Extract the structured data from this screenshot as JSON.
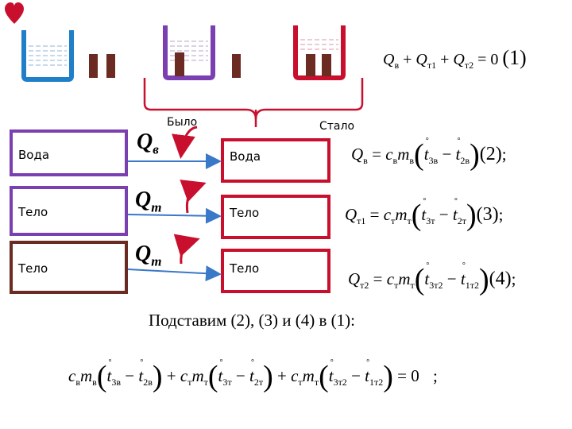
{
  "labels": {
    "bylo": "Было",
    "stalo": "Стало",
    "left_water": "Вода",
    "left_body1": "Тело",
    "left_body2": "Тело",
    "right_water": "Вода",
    "right_body1": "Тело",
    "right_body2": "Тело"
  },
  "heat_labels": {
    "q_water": "Q",
    "q_water_sub": "в",
    "q_body1": "Q",
    "q_body1_sub": "т",
    "q_body2": "Q",
    "q_body2_sub": "т"
  },
  "equations": {
    "eq1": {
      "q1": "Q",
      "q1_sub": "в",
      "plus1": "+",
      "q2": "Q",
      "q2_sub": "т1",
      "plus2": "+",
      "q3": "Q",
      "q3_sub": "т2",
      "equals": "=",
      "zero": "0",
      "number": "(1)"
    },
    "eq2": {
      "lhs": "Q",
      "lhs_sub": "в",
      "equals": "=",
      "c": "c",
      "c_sub": "в",
      "m": "m",
      "m_sub": "в",
      "t1": "t",
      "t1_sub": "3в",
      "minus": "−",
      "t2": "t",
      "t2_sub": "2в",
      "number": "(2)",
      "end": ";"
    },
    "eq3": {
      "lhs": "Q",
      "lhs_sub": "т1",
      "equals": "=",
      "c": "c",
      "c_sub": "т",
      "m": "m",
      "m_sub": "т",
      "t1": "t",
      "t1_sub": "3т",
      "minus": "−",
      "t2": "t",
      "t2_sub": "2т",
      "number": "(3)",
      "end": ";"
    },
    "eq4": {
      "lhs": "Q",
      "lhs_sub": "т2",
      "equals": "=",
      "c": "c",
      "c_sub": "т",
      "m": "m",
      "m_sub": "т",
      "t1": "t",
      "t1_sub": "3т2",
      "minus": "−",
      "t2": "t",
      "t2_sub": "1т2",
      "number": "(4)",
      "end": ";"
    }
  },
  "substitute_text": "Подставим (2), (3) и (4) в (1):",
  "final_equation": {
    "c1": "c",
    "c1_sub": "в",
    "m1": "m",
    "m1_sub": "в",
    "t1": "t",
    "t1_sub": "3в",
    "minus1": "−",
    "t2": "t",
    "t2_sub": "2в",
    "plus1": "+",
    "c2": "c",
    "c2_sub": "т",
    "m2": "m",
    "m2_sub": "т",
    "t3": "t",
    "t3_sub": "3т",
    "minus2": "−",
    "t4": "t",
    "t4_sub": "2т",
    "plus2": "+",
    "c3": "c",
    "c3_sub": "т",
    "m3": "m",
    "m3_sub": "т",
    "t5": "t",
    "t5_sub": "3т2",
    "minus3": "−",
    "t6": "t",
    "t6_sub": "1т2",
    "equals": "=",
    "zero": "0",
    "end": ";"
  },
  "colors": {
    "water": "#1f7fc8",
    "purple": "#7a3fb0",
    "red": "#c8102e",
    "brown": "#6b2a22",
    "arrow_blue": "#3a78c8",
    "heat_arrow": "#c8102e",
    "heart": "#c8102e"
  }
}
